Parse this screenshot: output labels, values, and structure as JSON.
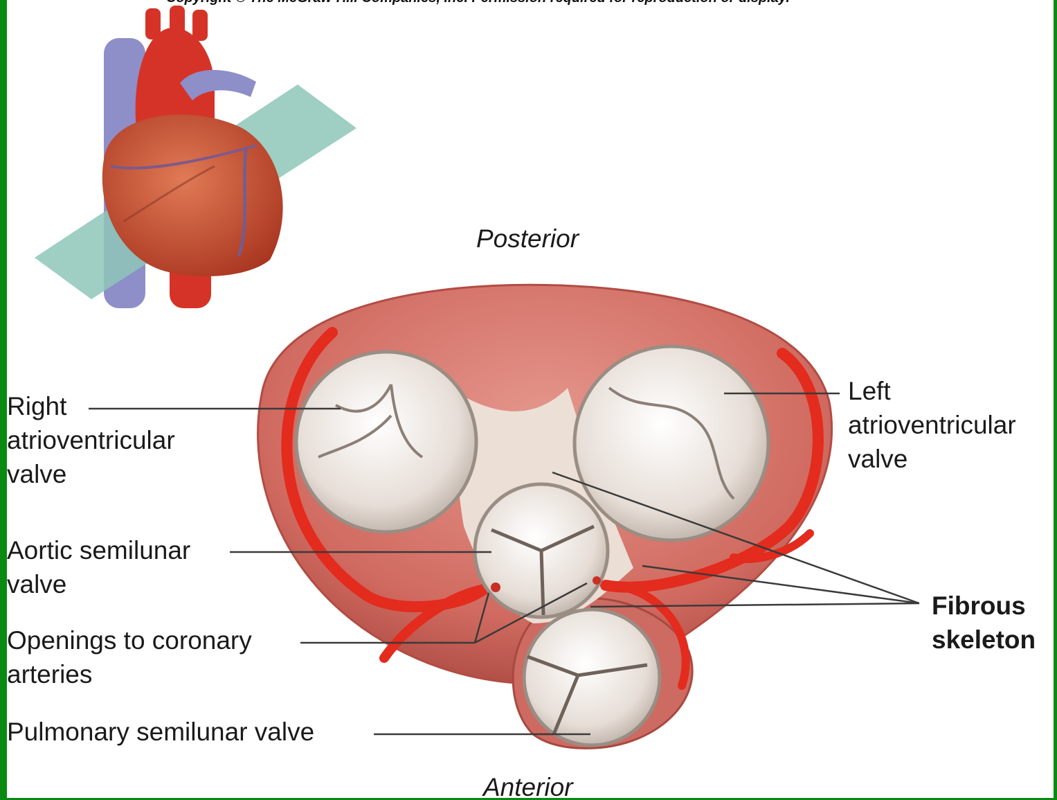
{
  "copyright_line": "Copyright © The McGraw-Hill Companies, Inc. Permission required for reproduction or display.",
  "orientation": {
    "top": "Posterior",
    "bottom": "Anterior"
  },
  "labels": {
    "right_av": [
      "Right",
      "atrioventricular",
      "valve"
    ],
    "left_av": [
      "Left",
      "atrioventricular",
      "valve"
    ],
    "aortic": [
      "Aortic semilunar",
      "valve"
    ],
    "coronary": [
      "Openings to coronary",
      "arteries"
    ],
    "pulmonary": [
      "Pulmonary semilunar valve"
    ],
    "fibrous": [
      "Fibrous",
      "skeleton"
    ]
  },
  "colors": {
    "frame_border": "#0a8a12",
    "muscle": "#d8736a",
    "muscle_dark": "#b94f48",
    "artery": "#e32b1e",
    "valve": "#e9e2dc",
    "fibrous": "#e9e2d8",
    "plane": "#8ec5b8",
    "leader": "#3a3a3a"
  }
}
